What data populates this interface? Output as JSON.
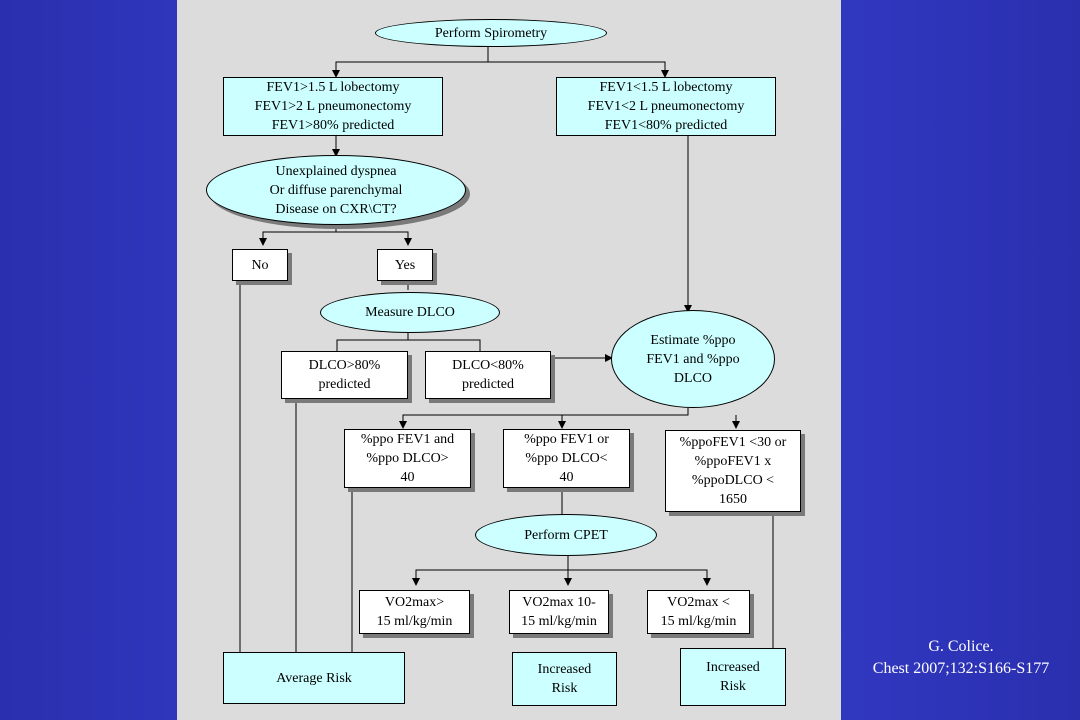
{
  "nodes": {
    "spirometry": "Perform Spirometry",
    "fev_high": "FEV1>1.5 L lobectomy\nFEV1>2 L pneumonectomy\nFEV1>80% predicted",
    "fev_low": "FEV1<1.5 L lobectomy\nFEV1<2 L pneumonectomy\nFEV1<80% predicted",
    "dyspnea": "Unexplained dyspnea\nOr diffuse parenchymal\nDisease on CXR\\CT?",
    "no": "No",
    "yes": "Yes",
    "measure_dlco": "Measure DLCO",
    "dlco_high": "DLCO>80%\npredicted",
    "dlco_low": "DLCO<80%\npredicted",
    "estimate": "Estimate %ppo\nFEV1 and %ppo\nDLCO",
    "ppo_high": "%ppo FEV1 and\n%ppo DLCO>\n40",
    "ppo_mid": "%ppo FEV1 or\n%ppo DLCO<\n40",
    "ppo_low": "%ppoFEV1 <30 or\n%ppoFEV1 x\n%ppoDLCO <\n1650",
    "cpet": "Perform CPET",
    "vo2_high": "VO2max>\n15 ml/kg/min",
    "vo2_mid": "VO2max 10-\n15 ml/kg/min",
    "vo2_low": "VO2max <\n15 ml/kg/min",
    "avg_risk": "Average Risk",
    "inc_risk_1": "Increased\nRisk",
    "inc_risk_2": "Increased\nRisk"
  },
  "citation": "G. Colice.\nChest 2007;132:S166-S177",
  "colors": {
    "background": "#3a44d8",
    "panel": "#dcdcdc",
    "box_fill": "#ccffff",
    "shadow": "#7a7a7a"
  }
}
